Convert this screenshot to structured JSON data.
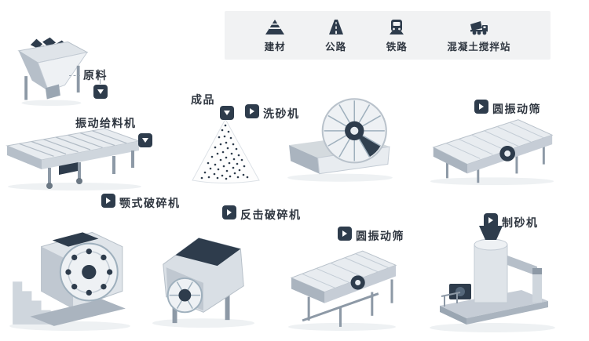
{
  "legend": {
    "items": [
      {
        "id": "materials",
        "label": "建材"
      },
      {
        "id": "highway",
        "label": "公路"
      },
      {
        "id": "railway",
        "label": "铁路"
      },
      {
        "id": "mixing-station",
        "label": "混凝土搅拌站"
      }
    ]
  },
  "machines": {
    "raw_material": {
      "label": "原料"
    },
    "vibrating_feeder": {
      "label": "振动给料机"
    },
    "finished_product": {
      "label": "成品"
    },
    "sand_washer": {
      "label": "洗砂机"
    },
    "circular_screen_top": {
      "label": "圆振动筛"
    },
    "jaw_crusher": {
      "label": "颚式破碎机"
    },
    "impact_crusher": {
      "label": "反击破碎机"
    },
    "circular_screen_bottom": {
      "label": "圆振动筛"
    },
    "sand_maker": {
      "label": "制砂机"
    }
  },
  "colors": {
    "badge": "#2e3c4c",
    "label_text": "#2f3640",
    "legend_bg": "#f1f2f3",
    "illustration_light": "#e8ecf0",
    "illustration_mid": "#cfd6dd",
    "illustration_dark": "#2e3c4c"
  }
}
